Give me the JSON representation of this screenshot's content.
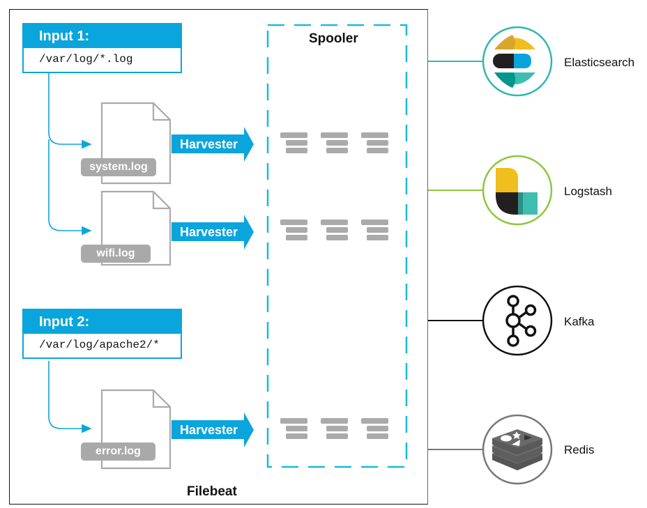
{
  "container": {
    "title": "Filebeat"
  },
  "inputs": [
    {
      "title": "Input 1:",
      "path": "/var/log/*.log"
    },
    {
      "title": "Input 2:",
      "path": "/var/log/apache2/*"
    }
  ],
  "files": [
    {
      "name": "system.log",
      "harvester": "Harvester"
    },
    {
      "name": "wifi.log",
      "harvester": "Harvester"
    },
    {
      "name": "error.log",
      "harvester": "Harvester"
    }
  ],
  "spooler": {
    "title": "Spooler"
  },
  "outputs": [
    {
      "name": "Elasticsearch",
      "icon": "elasticsearch-logo-icon",
      "color": "#2fb8ad"
    },
    {
      "name": "Logstash",
      "icon": "logstash-logo-icon",
      "color": "#8cc63f"
    },
    {
      "name": "Kafka",
      "icon": "kafka-logo-icon",
      "color": "#111111"
    },
    {
      "name": "Redis",
      "icon": "redis-logo-icon",
      "color": "#777777"
    }
  ],
  "colors": {
    "accent_blue": "#0aa5dc",
    "spooler_dash": "#1ab9dc",
    "file_gray": "#a9a9a9"
  }
}
